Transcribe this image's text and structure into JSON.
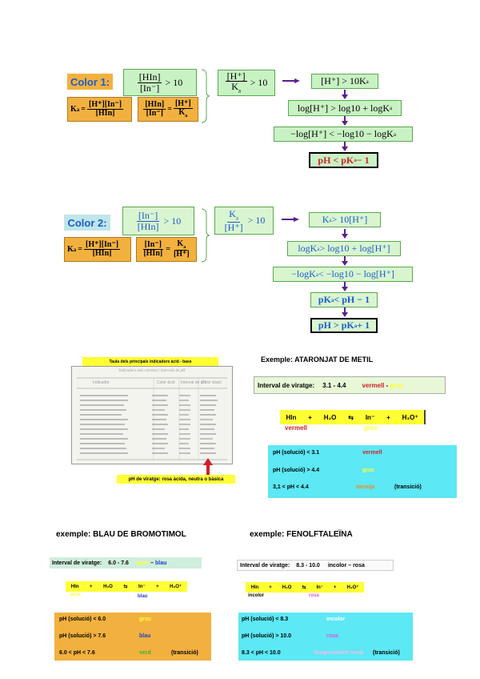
{
  "colors": {
    "green_box": "#c9f2c4",
    "orange_box": "#f2b13e",
    "cyan_box": "#5ce8f4",
    "yellow_box": "#ffff33",
    "arrow": "#5a1f8f",
    "red_text": "#d0202a",
    "blue_label": "#1a5ccf"
  },
  "color1": {
    "label": "Color 1:",
    "cond_num": "[HIn]",
    "cond_den": "[In⁻]",
    "cond_rhs": "> 10",
    "ka_lhs": "K",
    "ka_sub": "a",
    "ka_num": "[H⁺][In⁻]",
    "ka_den": "[HIn]",
    "ratio_num": "[HIn]",
    "ratio_den": "[In⁻]",
    "ratio_eq": "=",
    "ratio2_num": "[H⁺]",
    "ratio2_den": "K",
    "frac_num": "[H⁺]",
    "frac_den": "K",
    "frac_rhs": "> 10",
    "steps": [
      "[H⁺] > 10K",
      "log[H⁺] > log10 + logK",
      "−log[H⁺] < −log10 − logK",
      "pH < pK"
    ],
    "step_suffix": [
      "",
      "",
      "",
      " − 1"
    ]
  },
  "color2": {
    "label": "Color 2:",
    "cond_num": "[In⁻]",
    "cond_den": "[HIn]",
    "cond_rhs": "> 10",
    "ka_lhs": "K",
    "ka_sub": "a",
    "ka_num": "[H⁺][In⁻]",
    "ka_den": "[HIn]",
    "ratio_num": "[In⁻]",
    "ratio_den": "[HIn]",
    "ratio_eq": "=",
    "ratio2_num": "K",
    "ratio2_den": "[H⁺]",
    "frac_num": "K",
    "frac_den": "[H⁺]",
    "frac_rhs": "> 10",
    "steps": [
      "K",
      "logK",
      "−logK",
      "pK",
      "pH > pK"
    ],
    "step_suffix": [
      " > 10[H⁺]",
      " > log10 + log[H⁺]",
      " < −log10 − log[H⁺]",
      " < pH − 1",
      " + 1"
    ]
  },
  "table_image": {
    "caption": "Taula dels principals indicadors àcid - base",
    "inner_title": "Indicadors més corrents i intervals de pH",
    "headers": [
      "Indicador",
      "Color àcid",
      "Interval de pH",
      "Color bàsic"
    ],
    "callout": "pH de viratge: rosa àcida, neutra o bàsica"
  },
  "metil": {
    "title": "Exemple: ATARONJAT DE METIL",
    "interval_label": "Interval de viratge:",
    "interval_values": "3.1  -  4.4",
    "color_a": "vermell",
    "dash": "-",
    "color_b": "groc",
    "eq_hin": "HIn",
    "eq_plus1": "+",
    "eq_h2o": "H₂O",
    "eq_arrow": "⇆",
    "eq_in": "In⁻",
    "eq_plus2": "+",
    "eq_h3o": "H₃O⁺",
    "below_hin": "vermell",
    "below_in": "groc",
    "rows": [
      {
        "cond": "pH (solució) <  3.1",
        "color": "vermell",
        "note": ""
      },
      {
        "cond": "pH (solució) >  4.4",
        "color": "groc",
        "note": ""
      },
      {
        "cond": "3,1  <  pH  <  4.4",
        "color": "taronja",
        "note": "(transició)"
      }
    ]
  },
  "bromotimol": {
    "title": "exemple:   BLAU DE BROMOTIMOL",
    "interval_label": "Interval de viratge:",
    "interval_values": "6.0  -  7.6",
    "color_a": "groc",
    "dash": "–",
    "color_b": "blau",
    "eq_hin": "HIn",
    "eq_plus1": "+",
    "eq_h2o": "H₂O",
    "eq_arrow": "⇆",
    "eq_in": "In⁻",
    "eq_plus2": "+",
    "eq_h3o": "H₃O⁺",
    "below_hin": "groc",
    "below_in": "blau",
    "rows": [
      {
        "cond": "pH (solució) <  6.0",
        "color": "groc",
        "note": ""
      },
      {
        "cond": "pH (solució) >  7.6",
        "color": "blau",
        "note": ""
      },
      {
        "cond": "6.0  <  pH  <  7.6",
        "color": "verd",
        "note": "(transició)"
      }
    ]
  },
  "fenolf": {
    "title": "exemple: FENOLFTALEÏNA",
    "interval_label": "Interval de viratge:",
    "interval_values": "8.3  -  10.0",
    "color_a": "incolor",
    "dash": "–",
    "color_b": "rosa",
    "eq_hin": "HIn",
    "eq_plus1": "+",
    "eq_h2o": "H₂O",
    "eq_arrow": "⇆",
    "eq_in": "In⁻",
    "eq_plus2": "+",
    "eq_h3o": "H₃O⁺",
    "below_hin": "incolor",
    "below_in": "rosa",
    "rows": [
      {
        "cond": "pH (solució) <  8.3",
        "color": "incolor",
        "note": ""
      },
      {
        "cond": "pH (solució) >  10.0",
        "color": "rosa",
        "note": ""
      },
      {
        "cond": "8.3  <  pH  <  10.0",
        "color": "lleugerament rosat",
        "note": "(transició)"
      }
    ]
  }
}
